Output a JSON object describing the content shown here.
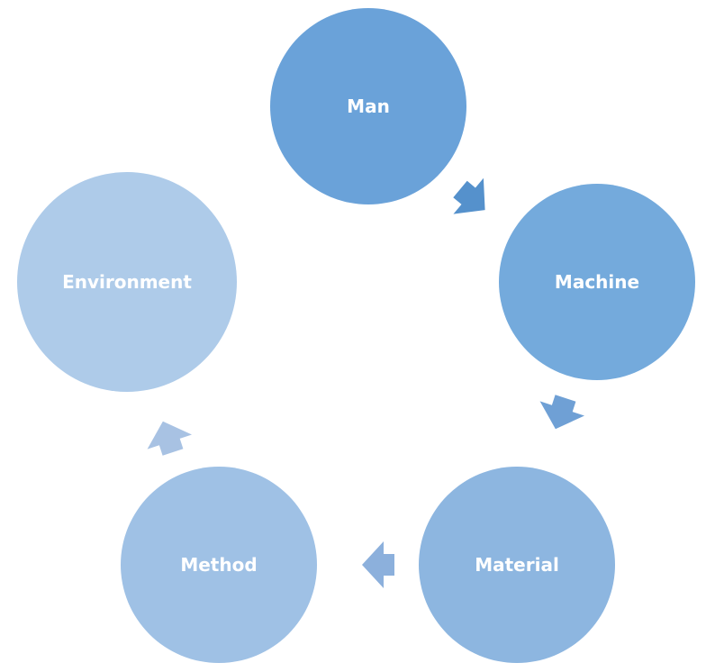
{
  "nodes": [
    {
      "id": "man",
      "label": "Man",
      "color": "#6aa2d9"
    },
    {
      "id": "machine",
      "label": "Machine",
      "color": "#74aadc"
    },
    {
      "id": "material",
      "label": "Material",
      "color": "#8db6e0"
    },
    {
      "id": "method",
      "label": "Method",
      "color": "#9fc1e5"
    },
    {
      "id": "environment",
      "label": "Environment",
      "color": "#aecbe9"
    }
  ],
  "arrows": [
    {
      "from": "man",
      "to": "machine",
      "color": "#5591cc"
    },
    {
      "from": "machine",
      "to": "material",
      "color": "#6fa0d5"
    },
    {
      "from": "material",
      "to": "method",
      "color": "#8cb0dc"
    },
    {
      "from": "method",
      "to": "environment",
      "color": "#a8c2e3"
    }
  ]
}
